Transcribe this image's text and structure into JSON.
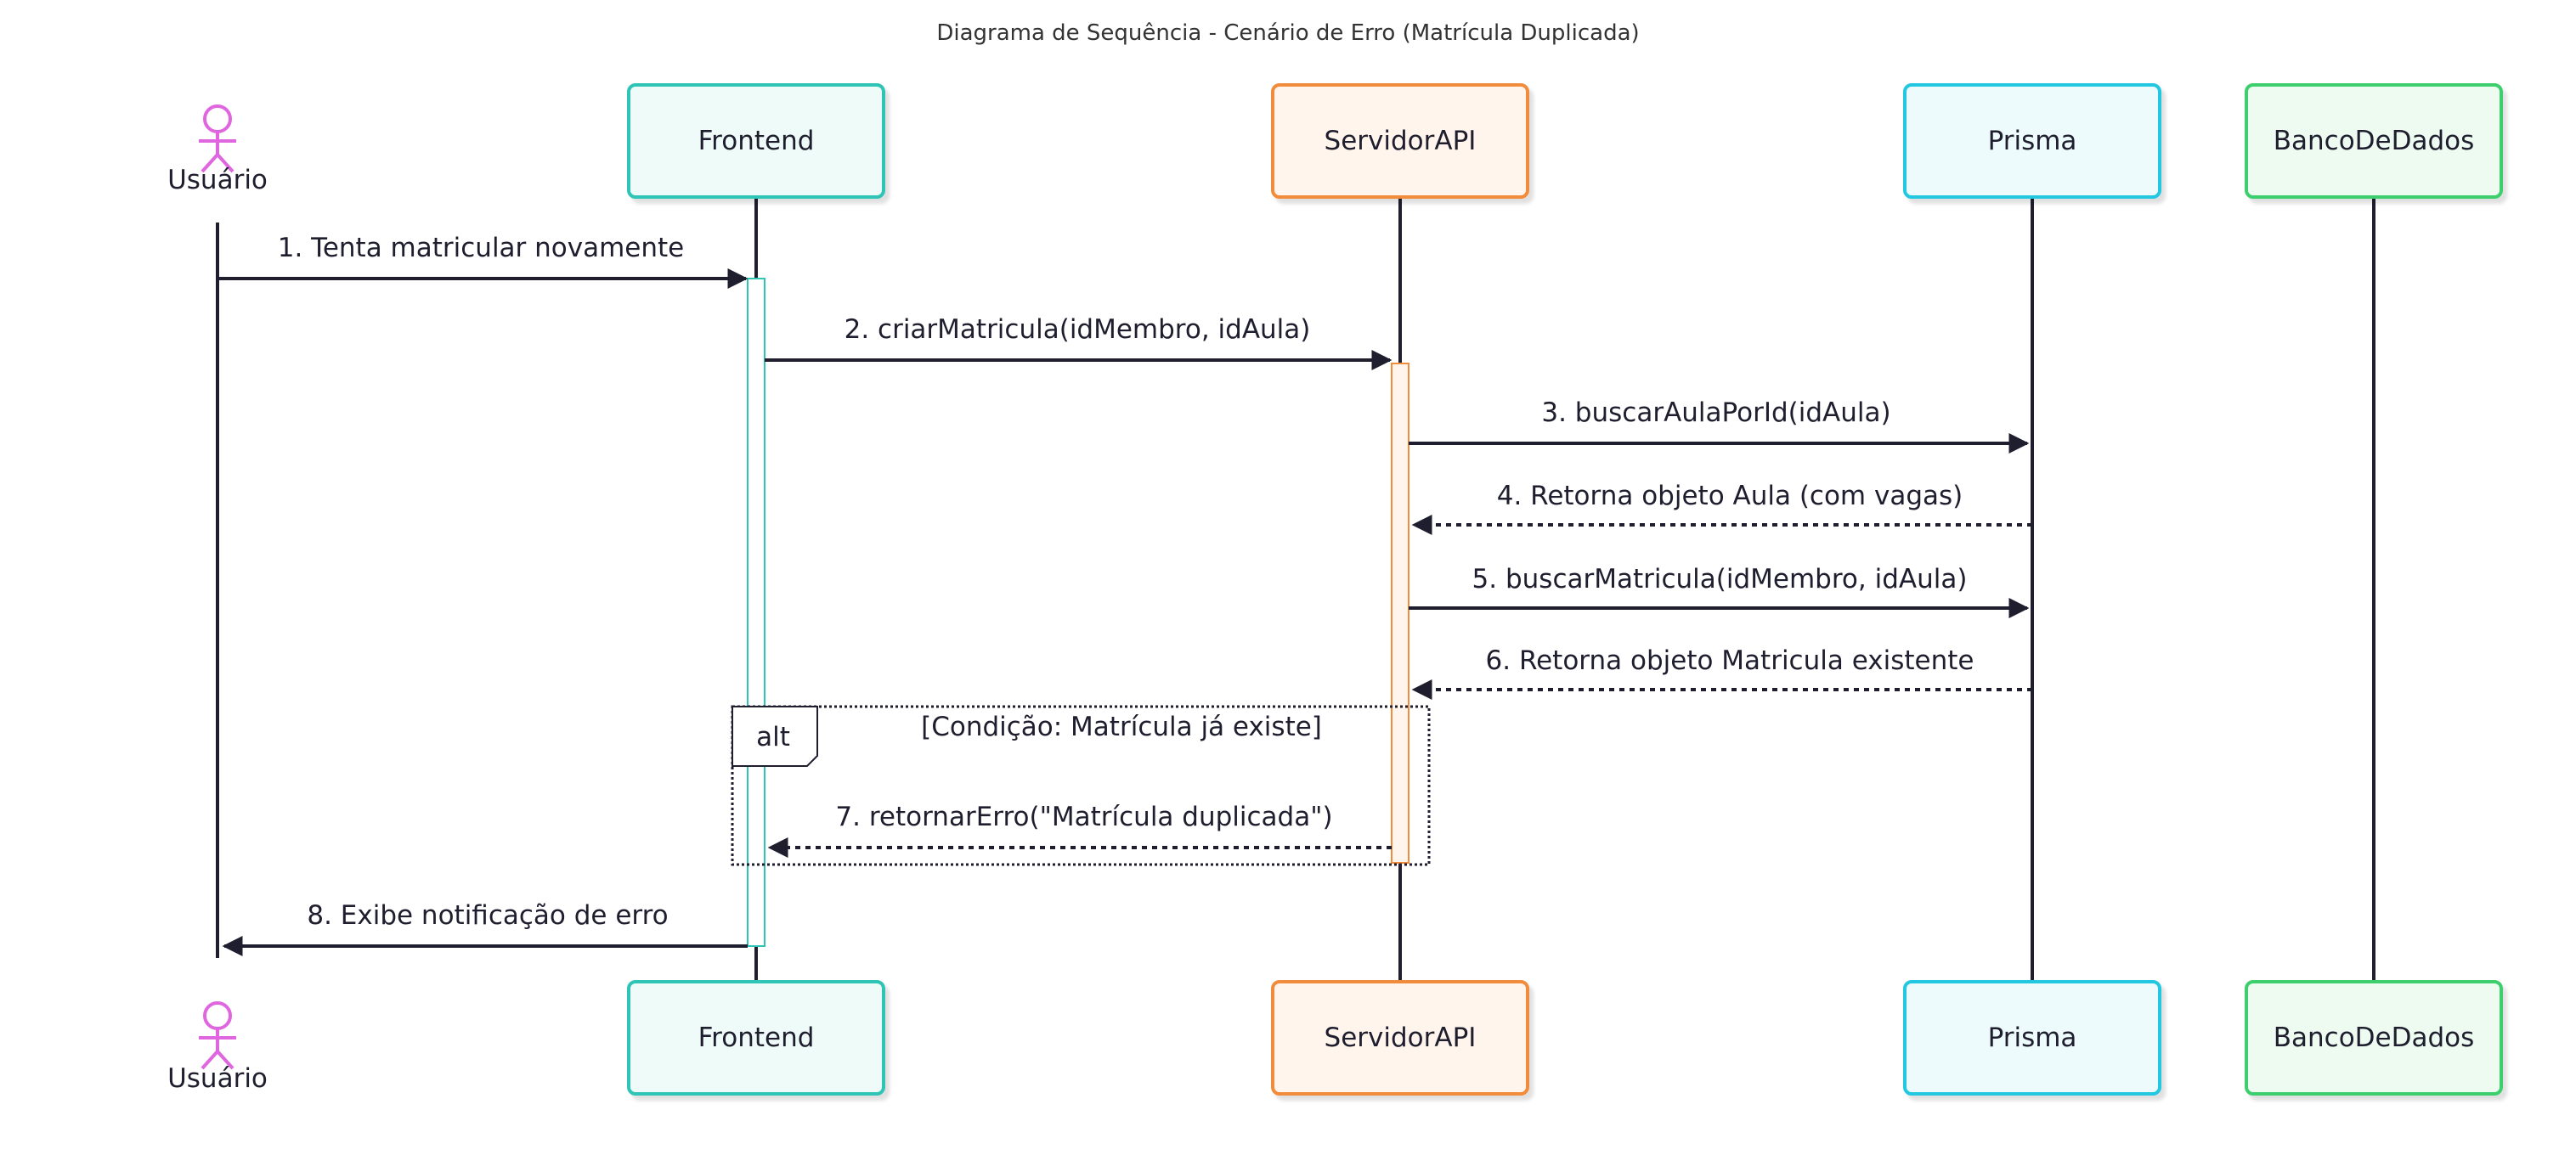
{
  "title": "Diagrama de Sequência - Cenário de Erro (Matrícula Duplicada)",
  "actor": {
    "label": "Usuário",
    "color": "#e066e0"
  },
  "participants": [
    {
      "key": "frontend",
      "label": "Frontend",
      "border": "#2ec4b6",
      "fill": "#effbf8"
    },
    {
      "key": "servidor",
      "label": "ServidorAPI",
      "border": "#f08c3a",
      "fill": "#fff5ec"
    },
    {
      "key": "prisma",
      "label": "Prisma",
      "border": "#22c7e0",
      "fill": "#edfbfd"
    },
    {
      "key": "banco",
      "label": "BancoDeDados",
      "border": "#3ccf6e",
      "fill": "#eefbf1"
    }
  ],
  "messages": [
    {
      "label": "1. Tenta matricular novamente",
      "style": "solid"
    },
    {
      "label": "2. criarMatricula(idMembro, idAula)",
      "style": "solid"
    },
    {
      "label": "3. buscarAulaPorId(idAula)",
      "style": "solid"
    },
    {
      "label": "4. Retorna objeto Aula (com vagas)",
      "style": "dotted"
    },
    {
      "label": "5. buscarMatricula(idMembro, idAula)",
      "style": "solid"
    },
    {
      "label": "6. Retorna objeto Matricula existente",
      "style": "dotted"
    },
    {
      "label": "7. retornarErro(\"Matrícula duplicada\")",
      "style": "dotted"
    },
    {
      "label": "8. Exibe notificação de erro",
      "style": "solid"
    }
  ],
  "alt": {
    "keyword": "alt",
    "condition": "[Condição: Matrícula já existe]"
  },
  "colors": {
    "line": "#1e1e2e",
    "frontend_activation": "#2ec4b6",
    "servidor_activation": "#f08c3a"
  }
}
